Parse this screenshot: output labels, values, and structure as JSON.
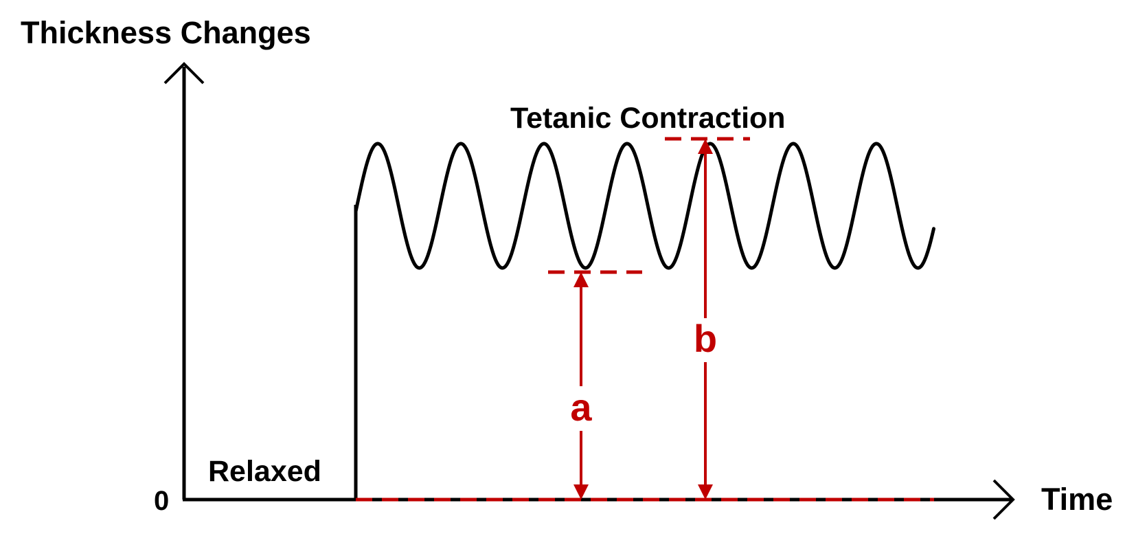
{
  "labels": {
    "y_axis": "Thickness Changes",
    "x_axis": "Time",
    "origin": "0",
    "relaxed": "Relaxed",
    "tetanic": "Tetanic Contraction",
    "a": "a",
    "b": "b"
  },
  "colors": {
    "curve": "#000000",
    "axis": "#000000",
    "annotation": "#c00000"
  }
}
